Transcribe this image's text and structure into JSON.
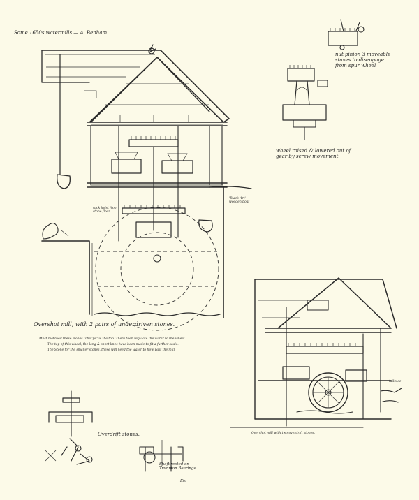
{
  "sheet": {
    "heading": "Some 1650s watermills — A. Benham.",
    "main_caption": "Overshot mill, with 2 pairs of underdriven stones.",
    "notes": [
      "Most matched these stones. The 'pit' is the top. There then regulate the water to the wheel.",
      "The top of this wheel, the long & short lines have been made to fit a further scale.",
      "The Stone for the smaller stones, these will need the water to flow past the mill."
    ],
    "label_left_mid": "sack hoist from stone floor",
    "label_right_mid": "'Black Art' wooden boat",
    "label_small_right": "tailrace",
    "crane_gear_note": "nut pinion 3 moveable staves to disengage from spur wheel",
    "crane_gear_note2": "wheel raised & lowered out of gear by screw movement.",
    "overdrift_caption": "Overdrift stones.",
    "small_mill_caption": "Overshot mill with two overdrift stones.",
    "shaft_note": "Shaft rested on Trunnion Bearings.",
    "shaft_note2": "Etc"
  },
  "colors": {
    "paper": "#fcfae8",
    "ink": "#2b2b2b"
  }
}
